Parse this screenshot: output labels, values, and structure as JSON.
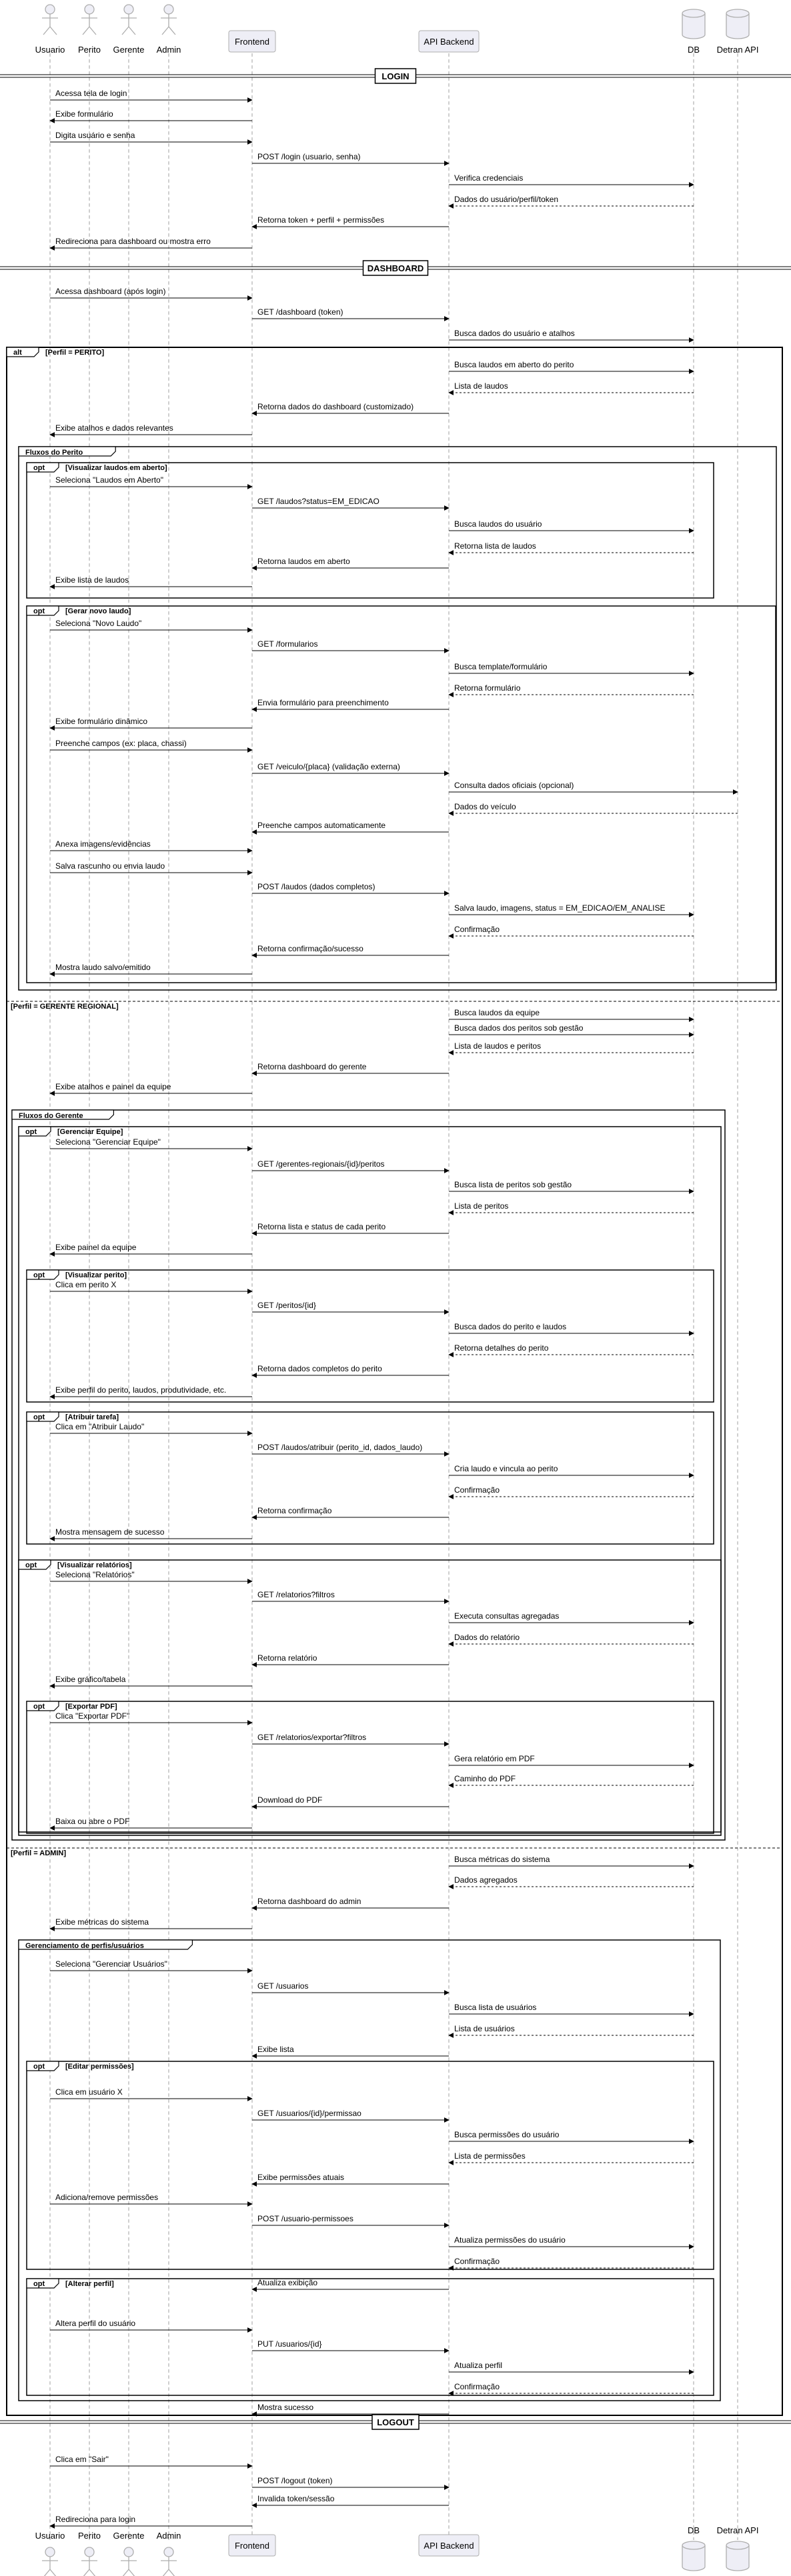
{
  "participants": [
    {
      "id": "usuario",
      "label": "Usuario",
      "kind": "actor"
    },
    {
      "id": "perito",
      "label": "Perito",
      "kind": "actor"
    },
    {
      "id": "gerente",
      "label": "Gerente",
      "kind": "actor"
    },
    {
      "id": "admin",
      "label": "Admin",
      "kind": "actor"
    },
    {
      "id": "frontend",
      "label": "Frontend",
      "kind": "box"
    },
    {
      "id": "api",
      "label": "API Backend",
      "kind": "box"
    },
    {
      "id": "db",
      "label": "DB",
      "kind": "database"
    },
    {
      "id": "detran",
      "label": "Detran API",
      "kind": "database"
    }
  ],
  "sections": {
    "login": "LOGIN",
    "dashboard": "DASHBOARD",
    "logout": "LOGOUT"
  },
  "fragments": {
    "alt": {
      "tag": "alt",
      "cond_perito": "[Perfil = PERITO]",
      "cond_gerente": "[Perfil = GERENTE REGIONAL]",
      "cond_admin": "[Perfil = ADMIN]"
    },
    "fluxos_perito": {
      "label": "Fluxos do Perito"
    },
    "opt_laudos_aberto": {
      "tag": "opt",
      "cond": "[Visualizar laudos em aberto]"
    },
    "opt_novo_laudo": {
      "tag": "opt",
      "cond": "[Gerar novo laudo]"
    },
    "fluxos_gerente": {
      "label": "Fluxos do Gerente"
    },
    "opt_gerenciar_equipe": {
      "tag": "opt",
      "cond": "[Gerenciar Equipe]"
    },
    "opt_visualizar_perito": {
      "tag": "opt",
      "cond": "[Visualizar perito]"
    },
    "opt_atribuir_tarefa": {
      "tag": "opt",
      "cond": "[Atribuir tarefa]"
    },
    "opt_relatorios": {
      "tag": "opt",
      "cond": "[Visualizar relatórios]"
    },
    "opt_exportar_pdf": {
      "tag": "opt",
      "cond": "[Exportar PDF]"
    },
    "ger_perfis": {
      "label": "Gerenciamento de perfis/usuários"
    },
    "opt_editar_permissoes": {
      "tag": "opt",
      "cond": "[Editar permissões]"
    },
    "opt_alterar_perfil": {
      "tag": "opt",
      "cond": "[Alterar perfil]"
    }
  },
  "messages": [
    {
      "from": "usuario",
      "to": "frontend",
      "text": "Acessa tela de login",
      "style": "solid"
    },
    {
      "from": "frontend",
      "to": "usuario",
      "text": "Exibe formulário",
      "style": "solid"
    },
    {
      "from": "usuario",
      "to": "frontend",
      "text": "Digita usuário e senha",
      "style": "solid"
    },
    {
      "from": "frontend",
      "to": "api",
      "text": "POST /login (usuario, senha)",
      "style": "solid"
    },
    {
      "from": "api",
      "to": "db",
      "text": "Verifica credenciais",
      "style": "solid"
    },
    {
      "from": "db",
      "to": "api",
      "text": "Dados do usuário/perfil/token",
      "style": "dashed"
    },
    {
      "from": "api",
      "to": "frontend",
      "text": "Retorna token + perfil + permissões",
      "style": "solid"
    },
    {
      "from": "frontend",
      "to": "usuario",
      "text": "Redireciona para dashboard ou mostra erro",
      "style": "solid"
    },
    {
      "from": "usuario",
      "to": "frontend",
      "text": "Acessa dashboard (após login)",
      "style": "solid"
    },
    {
      "from": "frontend",
      "to": "api",
      "text": "GET /dashboard (token)",
      "style": "solid"
    },
    {
      "from": "api",
      "to": "db",
      "text": "Busca dados do usuário e atalhos",
      "style": "solid"
    },
    {
      "from": "api",
      "to": "db",
      "text": "Busca laudos em aberto do perito",
      "style": "solid"
    },
    {
      "from": "db",
      "to": "api",
      "text": "Lista de laudos",
      "style": "dashed"
    },
    {
      "from": "api",
      "to": "frontend",
      "text": "Retorna dados do dashboard (customizado)",
      "style": "solid"
    },
    {
      "from": "frontend",
      "to": "usuario",
      "text": "Exibe atalhos e dados relevantes",
      "style": "solid"
    },
    {
      "from": "usuario",
      "to": "frontend",
      "text": "Seleciona \"Laudos em Aberto\"",
      "style": "solid"
    },
    {
      "from": "frontend",
      "to": "api",
      "text": "GET /laudos?status=EM_EDICAO",
      "style": "solid"
    },
    {
      "from": "api",
      "to": "db",
      "text": "Busca laudos do usuário",
      "style": "solid"
    },
    {
      "from": "db",
      "to": "api",
      "text": "Retorna lista de laudos",
      "style": "dashed"
    },
    {
      "from": "api",
      "to": "frontend",
      "text": "Retorna laudos em aberto",
      "style": "solid"
    },
    {
      "from": "frontend",
      "to": "usuario",
      "text": "Exibe lista de laudos",
      "style": "solid"
    },
    {
      "from": "usuario",
      "to": "frontend",
      "text": "Seleciona \"Novo Laudo\"",
      "style": "solid"
    },
    {
      "from": "frontend",
      "to": "api",
      "text": "GET /formularios",
      "style": "solid"
    },
    {
      "from": "api",
      "to": "db",
      "text": "Busca template/formulário",
      "style": "solid"
    },
    {
      "from": "db",
      "to": "api",
      "text": "Retorna formulário",
      "style": "dashed"
    },
    {
      "from": "api",
      "to": "frontend",
      "text": "Envia formulário para preenchimento",
      "style": "solid"
    },
    {
      "from": "frontend",
      "to": "usuario",
      "text": "Exibe formulário dinâmico",
      "style": "solid"
    },
    {
      "from": "usuario",
      "to": "frontend",
      "text": "Preenche campos (ex: placa, chassi)",
      "style": "solid"
    },
    {
      "from": "frontend",
      "to": "api",
      "text": "GET /veiculo/{placa} (validação externa)",
      "style": "solid"
    },
    {
      "from": "api",
      "to": "detran",
      "text": "Consulta dados oficiais (opcional)",
      "style": "solid"
    },
    {
      "from": "detran",
      "to": "api",
      "text": "Dados do veículo",
      "style": "dashed"
    },
    {
      "from": "api",
      "to": "frontend",
      "text": "Preenche campos automaticamente",
      "style": "solid"
    },
    {
      "from": "usuario",
      "to": "frontend",
      "text": "Anexa imagens/evidências",
      "style": "solid"
    },
    {
      "from": "usuario",
      "to": "frontend",
      "text": "Salva rascunho ou envia laudo",
      "style": "solid"
    },
    {
      "from": "frontend",
      "to": "api",
      "text": "POST /laudos (dados completos)",
      "style": "solid"
    },
    {
      "from": "api",
      "to": "db",
      "text": "Salva laudo, imagens, status = EM_EDICAO/EM_ANALISE",
      "style": "solid"
    },
    {
      "from": "db",
      "to": "api",
      "text": "Confirmação",
      "style": "dashed"
    },
    {
      "from": "api",
      "to": "frontend",
      "text": "Retorna confirmação/sucesso",
      "style": "solid"
    },
    {
      "from": "frontend",
      "to": "usuario",
      "text": "Mostra laudo salvo/emitido",
      "style": "solid"
    },
    {
      "from": "api",
      "to": "db",
      "text": "Busca laudos da equipe",
      "style": "solid"
    },
    {
      "from": "api",
      "to": "db",
      "text": "Busca dados dos peritos sob gestão",
      "style": "solid"
    },
    {
      "from": "db",
      "to": "api",
      "text": "Lista de laudos e peritos",
      "style": "dashed"
    },
    {
      "from": "api",
      "to": "frontend",
      "text": "Retorna dashboard do gerente",
      "style": "solid"
    },
    {
      "from": "frontend",
      "to": "usuario",
      "text": "Exibe atalhos e painel da equipe",
      "style": "solid"
    },
    {
      "from": "usuario",
      "to": "frontend",
      "text": "Seleciona \"Gerenciar Equipe\"",
      "style": "solid"
    },
    {
      "from": "frontend",
      "to": "api",
      "text": "GET /gerentes-regionais/{id}/peritos",
      "style": "solid"
    },
    {
      "from": "api",
      "to": "db",
      "text": "Busca lista de peritos sob gestão",
      "style": "solid"
    },
    {
      "from": "db",
      "to": "api",
      "text": "Lista de peritos",
      "style": "dashed"
    },
    {
      "from": "api",
      "to": "frontend",
      "text": "Retorna lista e status de cada perito",
      "style": "solid"
    },
    {
      "from": "frontend",
      "to": "usuario",
      "text": "Exibe painel da equipe",
      "style": "solid"
    },
    {
      "from": "usuario",
      "to": "frontend",
      "text": "Clica em perito X",
      "style": "solid"
    },
    {
      "from": "frontend",
      "to": "api",
      "text": "GET /peritos/{id}",
      "style": "solid"
    },
    {
      "from": "api",
      "to": "db",
      "text": "Busca dados do perito e laudos",
      "style": "solid"
    },
    {
      "from": "db",
      "to": "api",
      "text": "Retorna detalhes do perito",
      "style": "dashed"
    },
    {
      "from": "api",
      "to": "frontend",
      "text": "Retorna dados completos do perito",
      "style": "solid"
    },
    {
      "from": "frontend",
      "to": "usuario",
      "text": "Exibe perfil do perito, laudos, produtividade, etc.",
      "style": "solid"
    },
    {
      "from": "usuario",
      "to": "frontend",
      "text": "Clica em \"Atribuir Laudo\"",
      "style": "solid"
    },
    {
      "from": "frontend",
      "to": "api",
      "text": "POST /laudos/atribuir (perito_id, dados_laudo)",
      "style": "solid"
    },
    {
      "from": "api",
      "to": "db",
      "text": "Cria laudo e vincula ao perito",
      "style": "solid"
    },
    {
      "from": "db",
      "to": "api",
      "text": "Confirmação",
      "style": "dashed"
    },
    {
      "from": "api",
      "to": "frontend",
      "text": "Retorna confirmação",
      "style": "solid"
    },
    {
      "from": "frontend",
      "to": "usuario",
      "text": "Mostra mensagem de sucesso",
      "style": "solid"
    },
    {
      "from": "usuario",
      "to": "frontend",
      "text": "Seleciona \"Relatórios\"",
      "style": "solid"
    },
    {
      "from": "frontend",
      "to": "api",
      "text": "GET /relatorios?filtros",
      "style": "solid"
    },
    {
      "from": "api",
      "to": "db",
      "text": "Executa consultas agregadas",
      "style": "solid"
    },
    {
      "from": "db",
      "to": "api",
      "text": "Dados do relatório",
      "style": "dashed"
    },
    {
      "from": "api",
      "to": "frontend",
      "text": "Retorna relatório",
      "style": "solid"
    },
    {
      "from": "frontend",
      "to": "usuario",
      "text": "Exibe gráfico/tabela",
      "style": "solid"
    },
    {
      "from": "usuario",
      "to": "frontend",
      "text": "Clica \"Exportar PDF\"",
      "style": "solid"
    },
    {
      "from": "frontend",
      "to": "api",
      "text": "GET /relatorios/exportar?filtros",
      "style": "solid"
    },
    {
      "from": "api",
      "to": "db",
      "text": "Gera relatório em PDF",
      "style": "solid"
    },
    {
      "from": "db",
      "to": "api",
      "text": "Caminho do PDF",
      "style": "dashed"
    },
    {
      "from": "api",
      "to": "frontend",
      "text": "Download do PDF",
      "style": "solid"
    },
    {
      "from": "frontend",
      "to": "usuario",
      "text": "Baixa ou abre o PDF",
      "style": "solid"
    },
    {
      "from": "api",
      "to": "db",
      "text": "Busca métricas do sistema",
      "style": "solid"
    },
    {
      "from": "db",
      "to": "api",
      "text": "Dados agregados",
      "style": "dashed"
    },
    {
      "from": "api",
      "to": "frontend",
      "text": "Retorna dashboard do admin",
      "style": "solid"
    },
    {
      "from": "frontend",
      "to": "usuario",
      "text": "Exibe métricas do sistema",
      "style": "solid"
    },
    {
      "from": "usuario",
      "to": "frontend",
      "text": "Seleciona \"Gerenciar Usuários\"",
      "style": "solid"
    },
    {
      "from": "frontend",
      "to": "api",
      "text": "GET /usuarios",
      "style": "solid"
    },
    {
      "from": "api",
      "to": "db",
      "text": "Busca lista de usuários",
      "style": "solid"
    },
    {
      "from": "db",
      "to": "api",
      "text": "Lista de usuários",
      "style": "dashed"
    },
    {
      "from": "api",
      "to": "frontend",
      "text": "Exibe lista",
      "style": "solid"
    },
    {
      "from": "usuario",
      "to": "frontend",
      "text": "Clica em usuário X",
      "style": "solid"
    },
    {
      "from": "frontend",
      "to": "api",
      "text": "GET /usuarios/{id}/permissao",
      "style": "solid"
    },
    {
      "from": "api",
      "to": "db",
      "text": "Busca permissões do usuário",
      "style": "solid"
    },
    {
      "from": "db",
      "to": "api",
      "text": "Lista de permissões",
      "style": "dashed"
    },
    {
      "from": "api",
      "to": "frontend",
      "text": "Exibe permissões atuais",
      "style": "solid"
    },
    {
      "from": "usuario",
      "to": "frontend",
      "text": "Adiciona/remove permissões",
      "style": "solid"
    },
    {
      "from": "frontend",
      "to": "api",
      "text": "POST /usuario-permissoes",
      "style": "solid"
    },
    {
      "from": "api",
      "to": "db",
      "text": "Atualiza permissões do usuário",
      "style": "solid"
    },
    {
      "from": "db",
      "to": "api",
      "text": "Confirmação",
      "style": "dashed"
    },
    {
      "from": "api",
      "to": "frontend",
      "text": "Atualiza exibição",
      "style": "solid"
    },
    {
      "from": "usuario",
      "to": "frontend",
      "text": "Altera perfil do usuário",
      "style": "solid"
    },
    {
      "from": "frontend",
      "to": "api",
      "text": "PUT /usuarios/{id}",
      "style": "solid"
    },
    {
      "from": "api",
      "to": "db",
      "text": "Atualiza perfil",
      "style": "solid"
    },
    {
      "from": "db",
      "to": "api",
      "text": "Confirmação",
      "style": "dashed"
    },
    {
      "from": "api",
      "to": "frontend",
      "text": "Mostra sucesso",
      "style": "solid"
    },
    {
      "from": "usuario",
      "to": "frontend",
      "text": "Clica em \"Sair\"",
      "style": "solid"
    },
    {
      "from": "frontend",
      "to": "api",
      "text": "POST /logout (token)",
      "style": "solid"
    },
    {
      "from": "api",
      "to": "frontend",
      "text": "Invalida token/sessão",
      "style": "solid"
    },
    {
      "from": "frontend",
      "to": "usuario",
      "text": "Redireciona para login",
      "style": "solid"
    }
  ]
}
